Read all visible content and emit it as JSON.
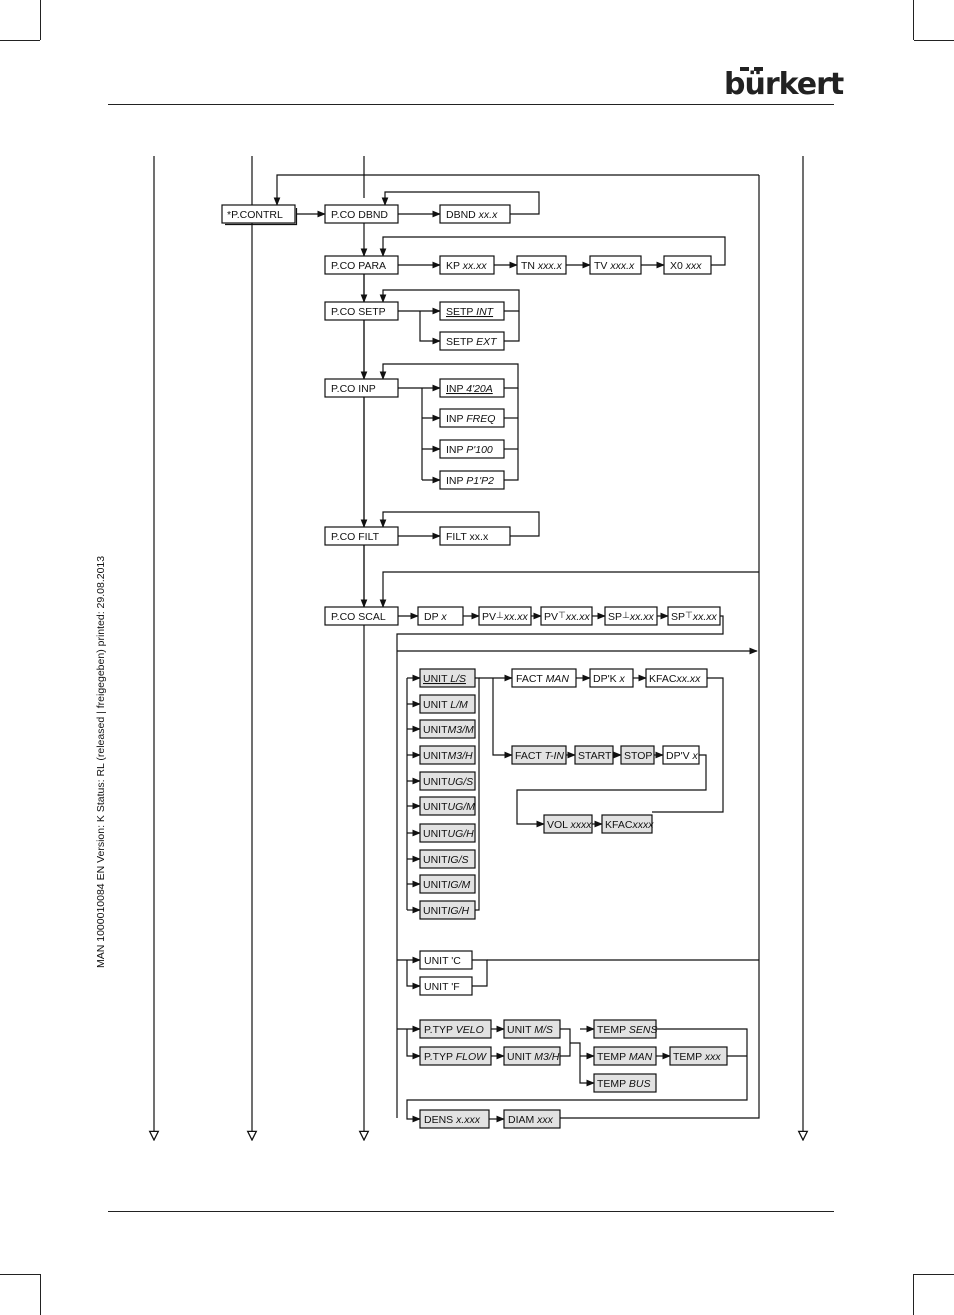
{
  "header": {
    "brand": "bürkert"
  },
  "side_note": "MAN  1000010084  EN  Version: K  Status: RL (released | freigegeben)  printed: 29.08.2013",
  "nodes": {
    "pcontrl": "*P.CONTRL",
    "dbnd": "P.CO DBND",
    "dbnd_val": [
      "DBND ",
      "xx.x"
    ],
    "para": "P.CO PARA",
    "kp": [
      "KP ",
      "xx.xx"
    ],
    "tn": [
      "TN ",
      "xxx.x"
    ],
    "tv": [
      "TV ",
      "xxx.x"
    ],
    "x0": [
      "X0 ",
      "xxx"
    ],
    "setp": "P.CO SETP",
    "setp_int": [
      "SETP ",
      "INT"
    ],
    "setp_ext": [
      "SETP ",
      "EXT"
    ],
    "inp": "P.CO INP",
    "inp_420a": [
      "INP ",
      "4'20A"
    ],
    "inp_freq": [
      "INP ",
      "FREQ"
    ],
    "inp_p100": [
      "INP ",
      "P'100"
    ],
    "inp_p1p2": [
      "INP ",
      "P1'P2"
    ],
    "filt": "P.CO FILT",
    "filt_val": "FILT xx.x",
    "scal": "P.CO SCAL",
    "dp": [
      "DP   ",
      "x"
    ],
    "pv_low": [
      "PV",
      "⊥",
      "xx.xx"
    ],
    "pv_high": [
      "PV",
      "⊤",
      "xx.xx"
    ],
    "sp_low": [
      "SP",
      "⊥",
      "xx.xx"
    ],
    "sp_high": [
      "SP",
      "⊤",
      "xx.xx"
    ],
    "units_flow": [
      [
        "UNIT ",
        "L/S"
      ],
      [
        "UNIT ",
        "L/M"
      ],
      [
        "UNIT",
        "M3/M"
      ],
      [
        "UNIT",
        "M3/H"
      ],
      [
        "UNIT",
        "UG/S"
      ],
      [
        "UNIT",
        "UG/M"
      ],
      [
        "UNIT",
        "UG/H"
      ],
      [
        "UNIT",
        "IG/S"
      ],
      [
        "UNIT",
        "IG/M"
      ],
      [
        "UNIT",
        "IG/H"
      ]
    ],
    "fact_man": [
      "FACT ",
      "MAN"
    ],
    "dpk": [
      "DP'K  ",
      "x"
    ],
    "kfac1": [
      "KFAC",
      "xx.xx"
    ],
    "fact_tin": [
      "FACT ",
      "T-IN"
    ],
    "start": "START",
    "stop": "STOP",
    "dpv": [
      "DP'V ",
      "x"
    ],
    "vol": [
      "VOL ",
      "xxxx"
    ],
    "kfac2": [
      "KFAC",
      "xxxx"
    ],
    "unit_c": "UNIT   'C",
    "unit_f": "UNIT   'F",
    "ptyp_velo": [
      "P.TYP ",
      "VELO"
    ],
    "ptyp_flow": [
      "P.TYP ",
      "FLOW"
    ],
    "unit_ms": [
      "UNIT ",
      "M/S"
    ],
    "unit_m3h": [
      "UNIT ",
      "M3/H"
    ],
    "temp_sens": [
      "TEMP ",
      "SENS"
    ],
    "temp_man": [
      "TEMP ",
      "MAN"
    ],
    "temp_xxx": [
      "TEMP ",
      "xxx"
    ],
    "temp_bus": [
      "TEMP ",
      "BUS"
    ],
    "dens": [
      "DENS ",
      "x.xxx"
    ],
    "diam": [
      "DIAM ",
      "xxx"
    ]
  }
}
